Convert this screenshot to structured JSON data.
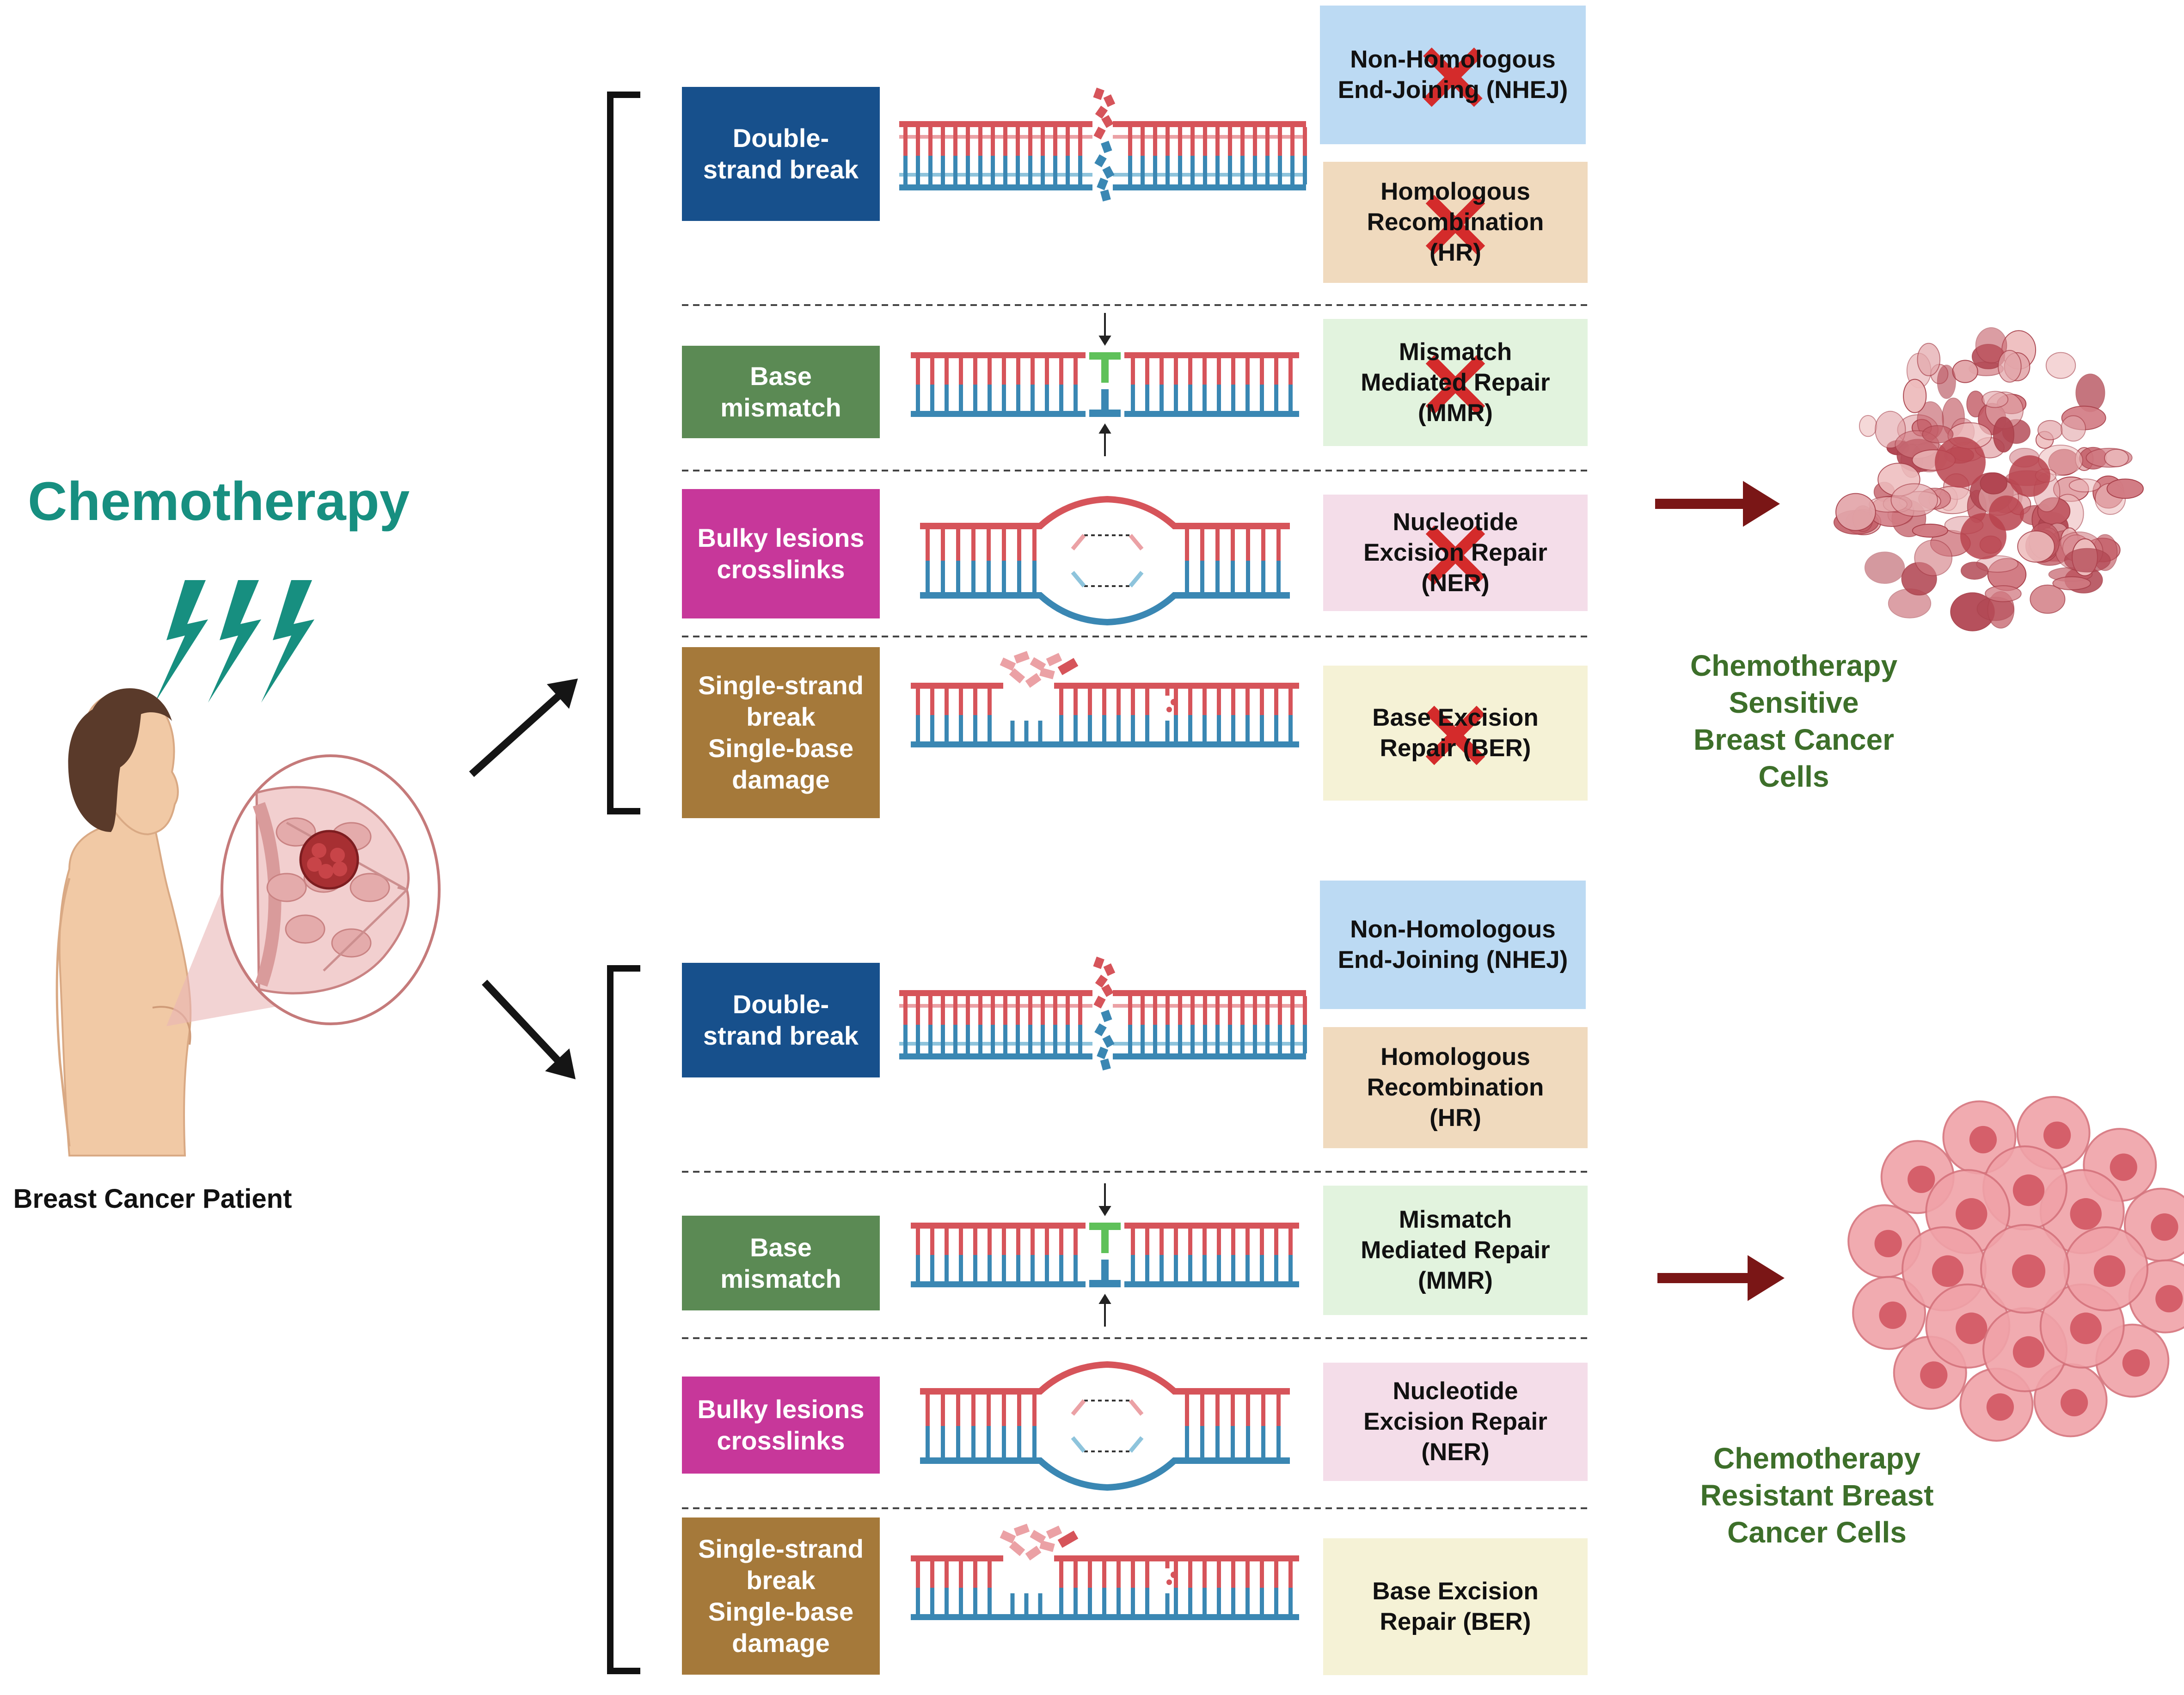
{
  "title": "Chemotherapy",
  "patient_label": "Breast Cancer Patient",
  "colors": {
    "teal": "#178f80",
    "dna_red": "#d6545a",
    "dna_blue": "#3a87b3",
    "dna_pink": "#eba1a5",
    "dna_lightblue": "#8ec4dc",
    "mismatch_green": "#5fc15a",
    "cross_red": "#d42b2b",
    "arrow_dark": "#151515",
    "arrow_maroon": "#7a1616",
    "outcome_green": "#3d6f2a"
  },
  "panels": [
    {
      "id": "sensitive",
      "rows": [
        {
          "damage": {
            "lines": [
              "Double-",
              "strand break"
            ],
            "color": "#17508c"
          },
          "lesion": "double-strand-break",
          "repairs": [
            {
              "lines": [
                "Non-Homologous",
                "End-Joining (NHEJ)"
              ],
              "color": "#bcdaf3",
              "blocked": true
            },
            {
              "lines": [
                "Homologous",
                "Recombination",
                "(HR)"
              ],
              "color": "#f0dabe",
              "blocked": true
            }
          ]
        },
        {
          "damage": {
            "lines": [
              "Base",
              "mismatch"
            ],
            "color": "#5b8a54"
          },
          "lesion": "base-mismatch",
          "repairs": [
            {
              "lines": [
                "Mismatch",
                "Mediated Repair",
                "(MMR)"
              ],
              "color": "#e2f3de",
              "blocked": true
            }
          ]
        },
        {
          "damage": {
            "lines": [
              "Bulky lesions",
              "crosslinks"
            ],
            "color": "#c7379a"
          },
          "lesion": "bulky-lesion",
          "repairs": [
            {
              "lines": [
                "Nucleotide",
                "Excision Repair",
                "(NER)"
              ],
              "color": "#f4dde9",
              "blocked": true
            }
          ]
        },
        {
          "damage": {
            "lines": [
              "Single-strand",
              "break",
              "Single-base",
              "damage"
            ],
            "color": "#a5793a"
          },
          "lesion": "single-strand-break",
          "repairs": [
            {
              "lines": [
                "Base Excision",
                "Repair (BER)"
              ],
              "color": "#f5f2d6",
              "blocked": true
            }
          ]
        }
      ],
      "outcome": {
        "lines": [
          "Chemotherapy",
          "Sensitive",
          "Breast Cancer",
          "Cells"
        ]
      }
    },
    {
      "id": "resistant",
      "rows": [
        {
          "damage": {
            "lines": [
              "Double-",
              "strand break"
            ],
            "color": "#17508c"
          },
          "lesion": "double-strand-break",
          "repairs": [
            {
              "lines": [
                "Non-Homologous",
                "End-Joining (NHEJ)"
              ],
              "color": "#bcdaf3",
              "blocked": false
            },
            {
              "lines": [
                "Homologous",
                "Recombination",
                "(HR)"
              ],
              "color": "#f0dabe",
              "blocked": false
            }
          ]
        },
        {
          "damage": {
            "lines": [
              "Base",
              "mismatch"
            ],
            "color": "#5b8a54"
          },
          "lesion": "base-mismatch",
          "repairs": [
            {
              "lines": [
                "Mismatch",
                "Mediated Repair",
                "(MMR)"
              ],
              "color": "#e2f3de",
              "blocked": false
            }
          ]
        },
        {
          "damage": {
            "lines": [
              "Bulky lesions",
              "crosslinks"
            ],
            "color": "#c7379a"
          },
          "lesion": "bulky-lesion",
          "repairs": [
            {
              "lines": [
                "Nucleotide",
                "Excision Repair",
                "(NER)"
              ],
              "color": "#f4dde9",
              "blocked": false
            }
          ]
        },
        {
          "damage": {
            "lines": [
              "Single-strand",
              "break",
              "Single-base",
              "damage"
            ],
            "color": "#a5793a"
          },
          "lesion": "single-strand-break",
          "repairs": [
            {
              "lines": [
                "Base Excision",
                "Repair (BER)"
              ],
              "color": "#f5f2d6",
              "blocked": false
            }
          ]
        }
      ],
      "outcome": {
        "lines": [
          "Chemotherapy",
          "Resistant Breast",
          "Cancer Cells"
        ]
      }
    }
  ]
}
